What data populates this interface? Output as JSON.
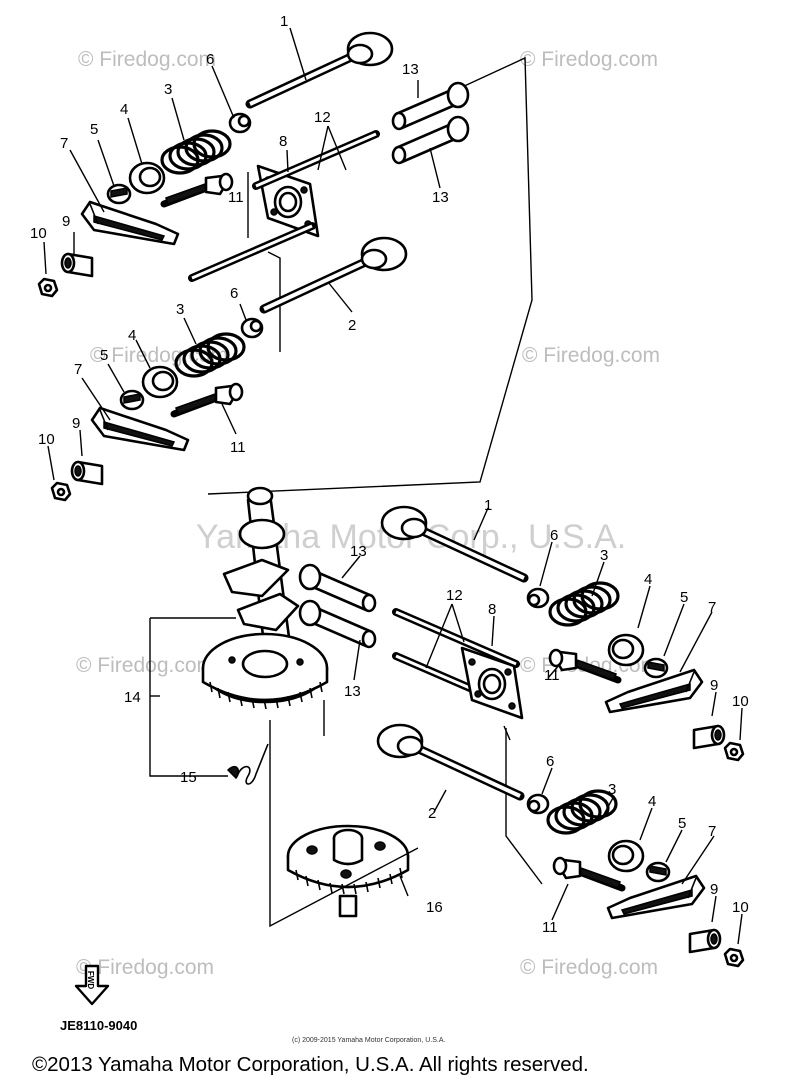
{
  "watermarks": {
    "site": "© Firedog.com",
    "center": "Yamaha Motor Corp., U.S.A."
  },
  "callouts": {
    "n1": "1",
    "n2": "2",
    "n3": "3",
    "n4": "4",
    "n5": "5",
    "n6": "6",
    "n7": "7",
    "n8": "8",
    "n9": "9",
    "n10": "10",
    "n11": "11",
    "n12": "12",
    "n13": "13",
    "n14": "14",
    "n15": "15",
    "n16": "16"
  },
  "fwd_arrow": {
    "label": "FWD"
  },
  "diagram_code": "JE8110-9040",
  "small_copyright": "(c) 2009-2015 Yamaha Motor Corporation, U.S.A.",
  "footer": {
    "copyright": "©2013 Yamaha Motor Corporation, U.S.A. All rights reserved."
  }
}
